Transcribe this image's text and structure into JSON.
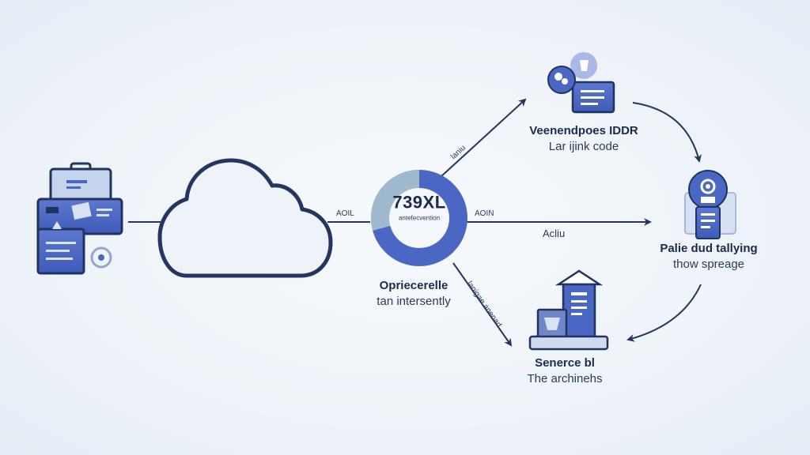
{
  "colors": {
    "primary": "#4a67c4",
    "primary_dark": "#1f3461",
    "light_blue": "#9fb9cf",
    "cloud_stroke": "#24365f",
    "arrow": "#24365f",
    "background": "#eef3f9"
  },
  "nodes": {
    "terminal": {
      "icon": "terminal-device-icon"
    },
    "cloud": {
      "icon": "cloud-icon"
    },
    "hub": {
      "value": "739XL",
      "caption": "antefecvention",
      "title": "Opriecerelle",
      "subtitle": "tan intersently"
    },
    "top": {
      "icon": "user-document-icon",
      "title": "Veenendpoes IDDR",
      "subtitle": "Lar ijink code"
    },
    "right": {
      "icon": "gear-device-icon",
      "title": "Palie dud tallying",
      "subtitle": "thow spreage"
    },
    "bottom": {
      "icon": "archive-building-icon",
      "title": "Senerce bl",
      "subtitle": "The archinehs"
    }
  },
  "edges": {
    "cloud_to_hub": "AOIL",
    "hub_to_right": "AOIN",
    "hub_to_right_below": "Acliu",
    "hub_to_top": "laniu",
    "hub_to_bottom": "lanigae anenad"
  }
}
